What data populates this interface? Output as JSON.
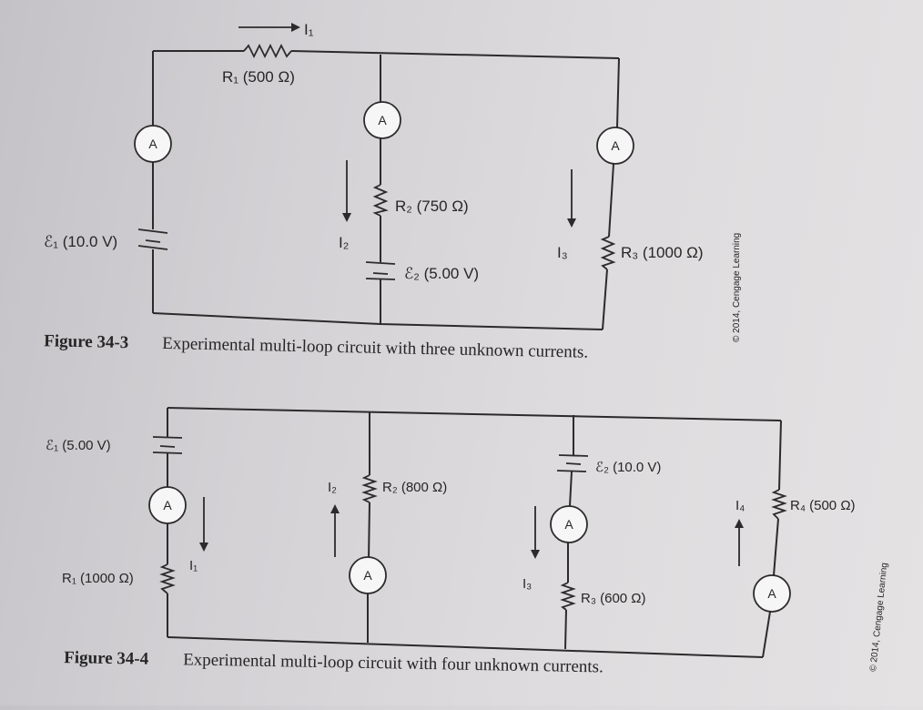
{
  "figure1": {
    "caption_number": "Figure 34-3",
    "caption_text": "Experimental multi-loop circuit with three unknown currents.",
    "credit": "© 2014, Cengage Learning",
    "emf1": "ℰ₁ (10.0 V)",
    "emf2": "ℰ₂ (5.00 V)",
    "r1": "R₁ (500 Ω)",
    "r2": "R₂ (750 Ω)",
    "r3": "R₃ (1000 Ω)",
    "i1": "I₁",
    "i2": "I₂",
    "i3": "I₃",
    "meter": "A"
  },
  "figure2": {
    "caption_number": "Figure 34-4",
    "caption_text": "Experimental multi-loop circuit with four unknown currents.",
    "credit": "© 2014, Cengage Learning",
    "emf1": "ℰ₁ (5.00 V)",
    "emf2": "ℰ₂ (10.0 V)",
    "r1": "R₁ (1000 Ω)",
    "r2": "R₂ (800 Ω)",
    "r3": "R₃ (600 Ω)",
    "r4": "R₄ (500 Ω)",
    "i1": "I₁",
    "i2": "I₂",
    "i3": "I₃",
    "i4": "I₄",
    "meter": "A"
  }
}
